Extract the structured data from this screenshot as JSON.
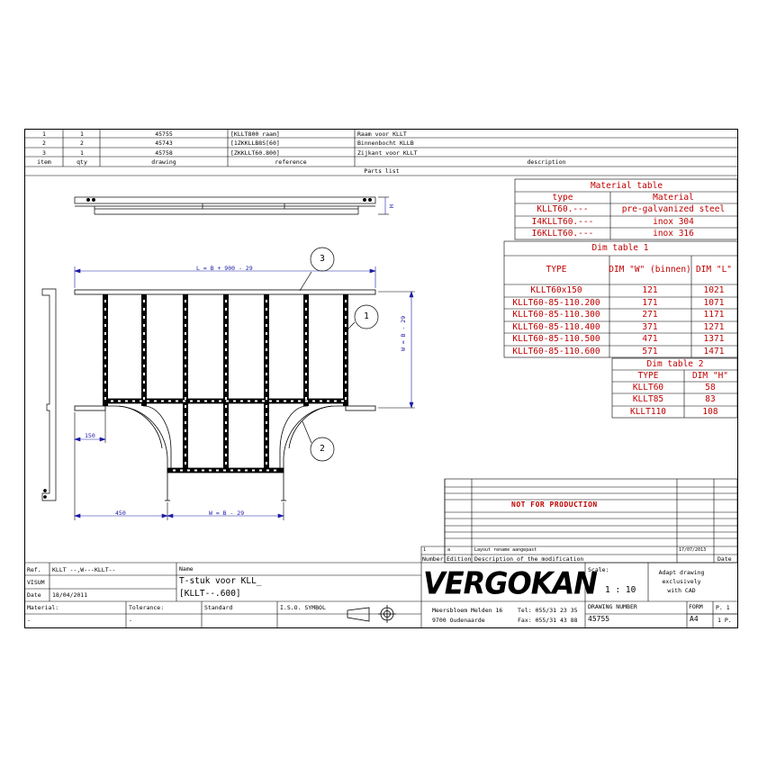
{
  "parts_list": {
    "rows": [
      {
        "item": "1",
        "qty": "1",
        "drawing": "45755",
        "reference": "[KLLT800 raam]",
        "description": "Raam voor KLLT"
      },
      {
        "item": "2",
        "qty": "2",
        "drawing": "45743",
        "reference": "[1ZKKLLB8S[60]",
        "description": "Binnenbocht KLLB"
      },
      {
        "item": "3",
        "qty": "1",
        "drawing": "45758",
        "reference": "[ZKKLLT60.800]",
        "description": "Zijkant voor KLLT"
      }
    ],
    "headers": {
      "item": "item",
      "qty": "qty",
      "drawing": "drawing",
      "reference": "reference",
      "description": "description"
    },
    "title": "Parts list"
  },
  "material_table": {
    "title": "Material table",
    "headers": [
      "type",
      "Material"
    ],
    "rows": [
      [
        "KLLT60.---",
        "pre-galvanized steel"
      ],
      [
        "I4KLLT60.---",
        "inox 304"
      ],
      [
        "I6KLLT60.---",
        "inox 316"
      ]
    ]
  },
  "dim_table_1": {
    "title": "Dim table 1",
    "headers": [
      "TYPE",
      "DIM \"W\" (binnen)",
      "DIM \"L\""
    ],
    "rows": [
      [
        "KLLT60x150",
        "121",
        "1021"
      ],
      [
        "KLLT60-85-110.200",
        "171",
        "1071"
      ],
      [
        "KLLT60-85-110.300",
        "271",
        "1171"
      ],
      [
        "KLLT60-85-110.400",
        "371",
        "1271"
      ],
      [
        "KLLT60-85-110.500",
        "471",
        "1371"
      ],
      [
        "KLLT60-85-110.600",
        "571",
        "1471"
      ]
    ]
  },
  "dim_table_2": {
    "title": "Dim table 2",
    "headers": [
      "TYPE",
      "DIM \"H\""
    ],
    "rows": [
      [
        "KLLT60",
        "58"
      ],
      [
        "KLLT85",
        "83"
      ],
      [
        "KLLT110",
        "108"
      ]
    ]
  },
  "drawing": {
    "dim_L": "L = B + 900 - 29",
    "dim_W_right": "W = B - 29",
    "dim_W_bottom": "W = B - 29",
    "dim_450": "450",
    "dim_150": "150",
    "dim_H": "H",
    "callout_1": "1",
    "callout_2": "2",
    "callout_3": "3"
  },
  "revision": {
    "banner": "NOT FOR PRODUCTION",
    "row": {
      "number": "1",
      "edition": "a",
      "description": "Layout rename aangepast",
      "date": "17/07/2013"
    },
    "headers": {
      "number": "Number",
      "edition": "Edition",
      "description": "Description of the modification",
      "date": "Date"
    }
  },
  "title_block": {
    "ref_label": "Ref.",
    "ref_value": "KLLT --,W---KLLT--",
    "visum_label": "VISUM",
    "date_label": "Date",
    "date_value": "18/04/2011",
    "name_label": "Name",
    "name_line1": "T-stuk voor KLL_",
    "name_line2": "[KLLT--.600]",
    "material_label": "Material:",
    "material_value": "-",
    "tolerance_label": "Tolerance:",
    "tolerance_value": "-",
    "standard_label": "Standard",
    "iso_label": "I.S.O. SYMBOL",
    "company": "VERGOKAN",
    "address1": "Meersbloem Melden 16",
    "address2": "9700 Oudenaarde",
    "tel": "Tel: 055/31 23 35",
    "fax": "Fax: 055/31 43 88",
    "scale_label": "Scale:",
    "scale_value": "1 : 10",
    "note1": "Adapt drawing",
    "note2": "exclusively",
    "note3": "with CAD",
    "drawing_number_label": "DRAWING NUMBER",
    "drawing_number": "45755",
    "form_label": "FORM",
    "form_value": "A4",
    "page_label": "P. 1",
    "pages_value": "1  P."
  },
  "colors": {
    "red": "#c00000",
    "dim_blue": "#1a1aa6",
    "line": "#000000"
  }
}
